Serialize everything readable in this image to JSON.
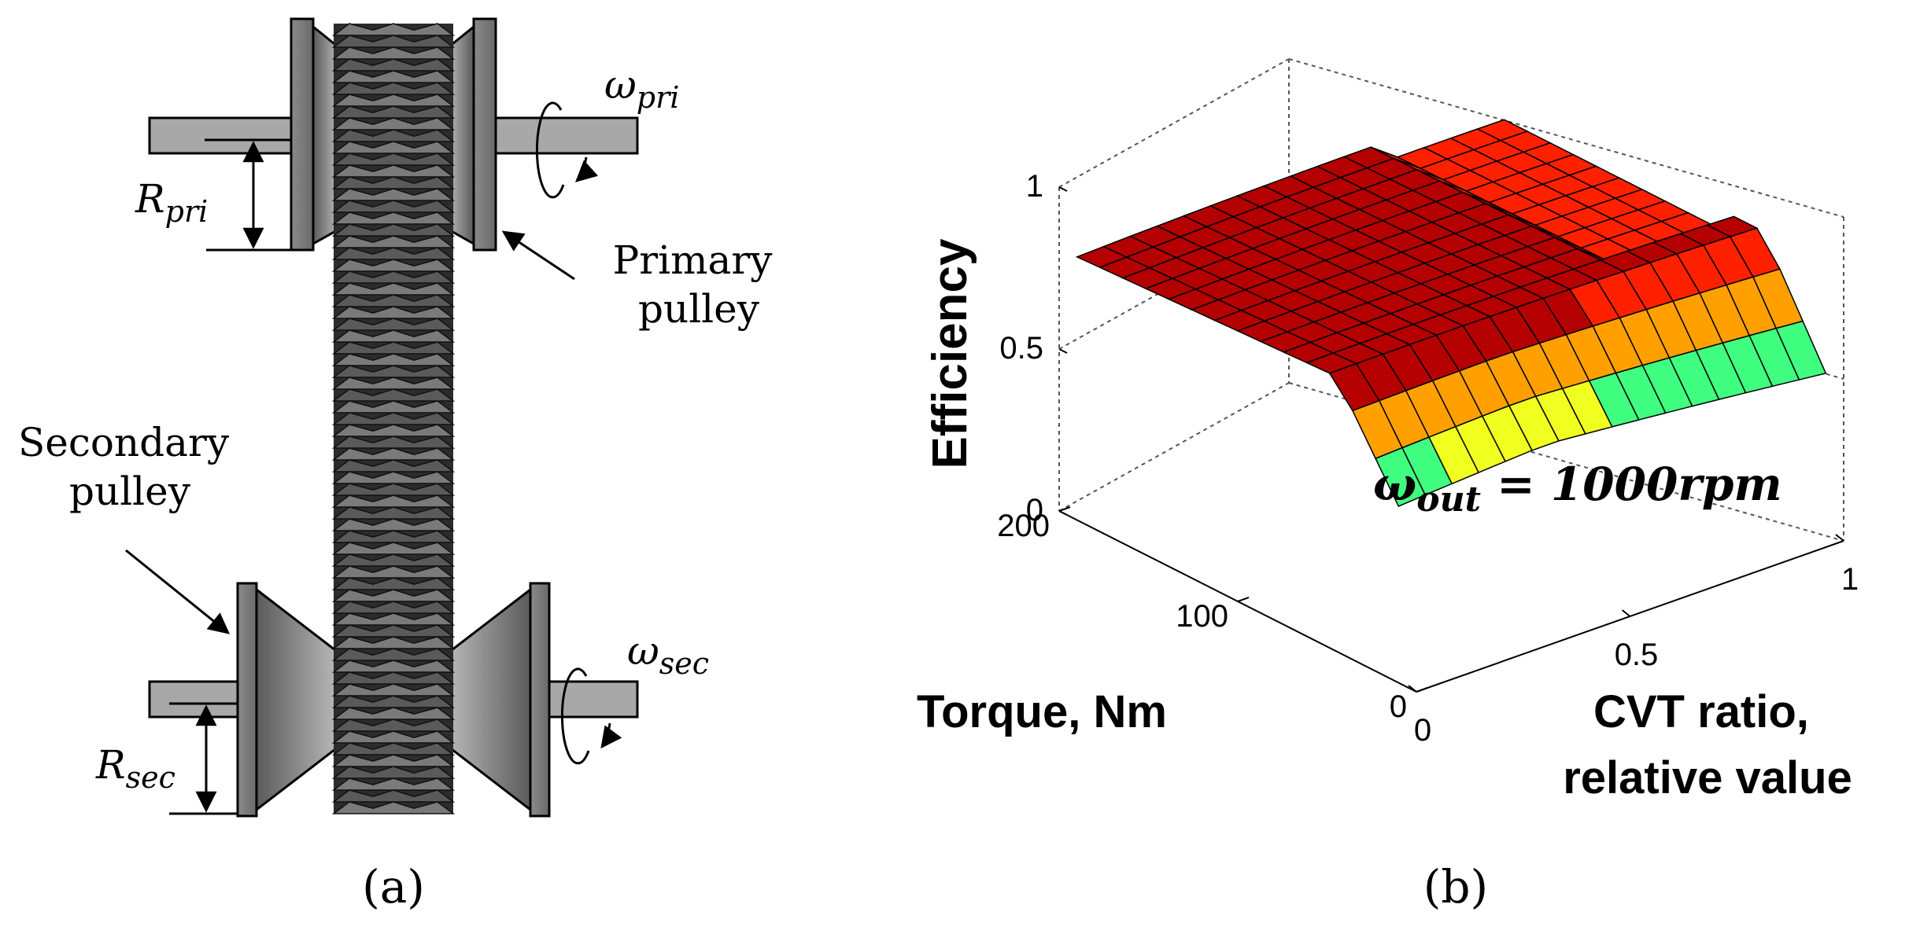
{
  "panel_a": {
    "caption": "(a)",
    "labels": {
      "omega_pri": {
        "base": "ω",
        "sub": "pri"
      },
      "omega_sec": {
        "base": "ω",
        "sub": "sec"
      },
      "r_pri": {
        "base": "R",
        "sub": "pri"
      },
      "r_sec": {
        "base": "R",
        "sub": "sec"
      },
      "primary_pulley": [
        "Primary",
        "pulley"
      ],
      "secondary_pulley": [
        "Secondary",
        "pulley"
      ]
    },
    "colors": {
      "pulley": "#7d7d7d",
      "shaft": "#a8a8a8",
      "belt": "#3a3a3a",
      "outline": "#000000"
    }
  },
  "panel_b": {
    "caption": "(b)",
    "chart_data": {
      "type": "surface",
      "zlabel": "Efficiency",
      "ylabel": "Torque, Nm",
      "xlabel": [
        "CVT ratio,",
        "relative value"
      ],
      "annotation": {
        "base": "ω",
        "sub": "out",
        "rest": " = 1000rpm"
      },
      "z_ticks": [
        "0",
        "0.5",
        "1"
      ],
      "torque_ticks": [
        "0",
        "100",
        "200"
      ],
      "ratio_ticks": [
        "0",
        "0.5",
        "1"
      ],
      "zlim": [
        0,
        1
      ],
      "torque_lim": [
        0,
        200
      ],
      "ratio_lim": [
        0,
        1
      ],
      "grid": true,
      "colormap": [
        "#0000b4",
        "#0050ff",
        "#00c8ff",
        "#40ff80",
        "#f0ff20",
        "#ffa000",
        "#ff2000",
        "#b40000"
      ]
    }
  }
}
